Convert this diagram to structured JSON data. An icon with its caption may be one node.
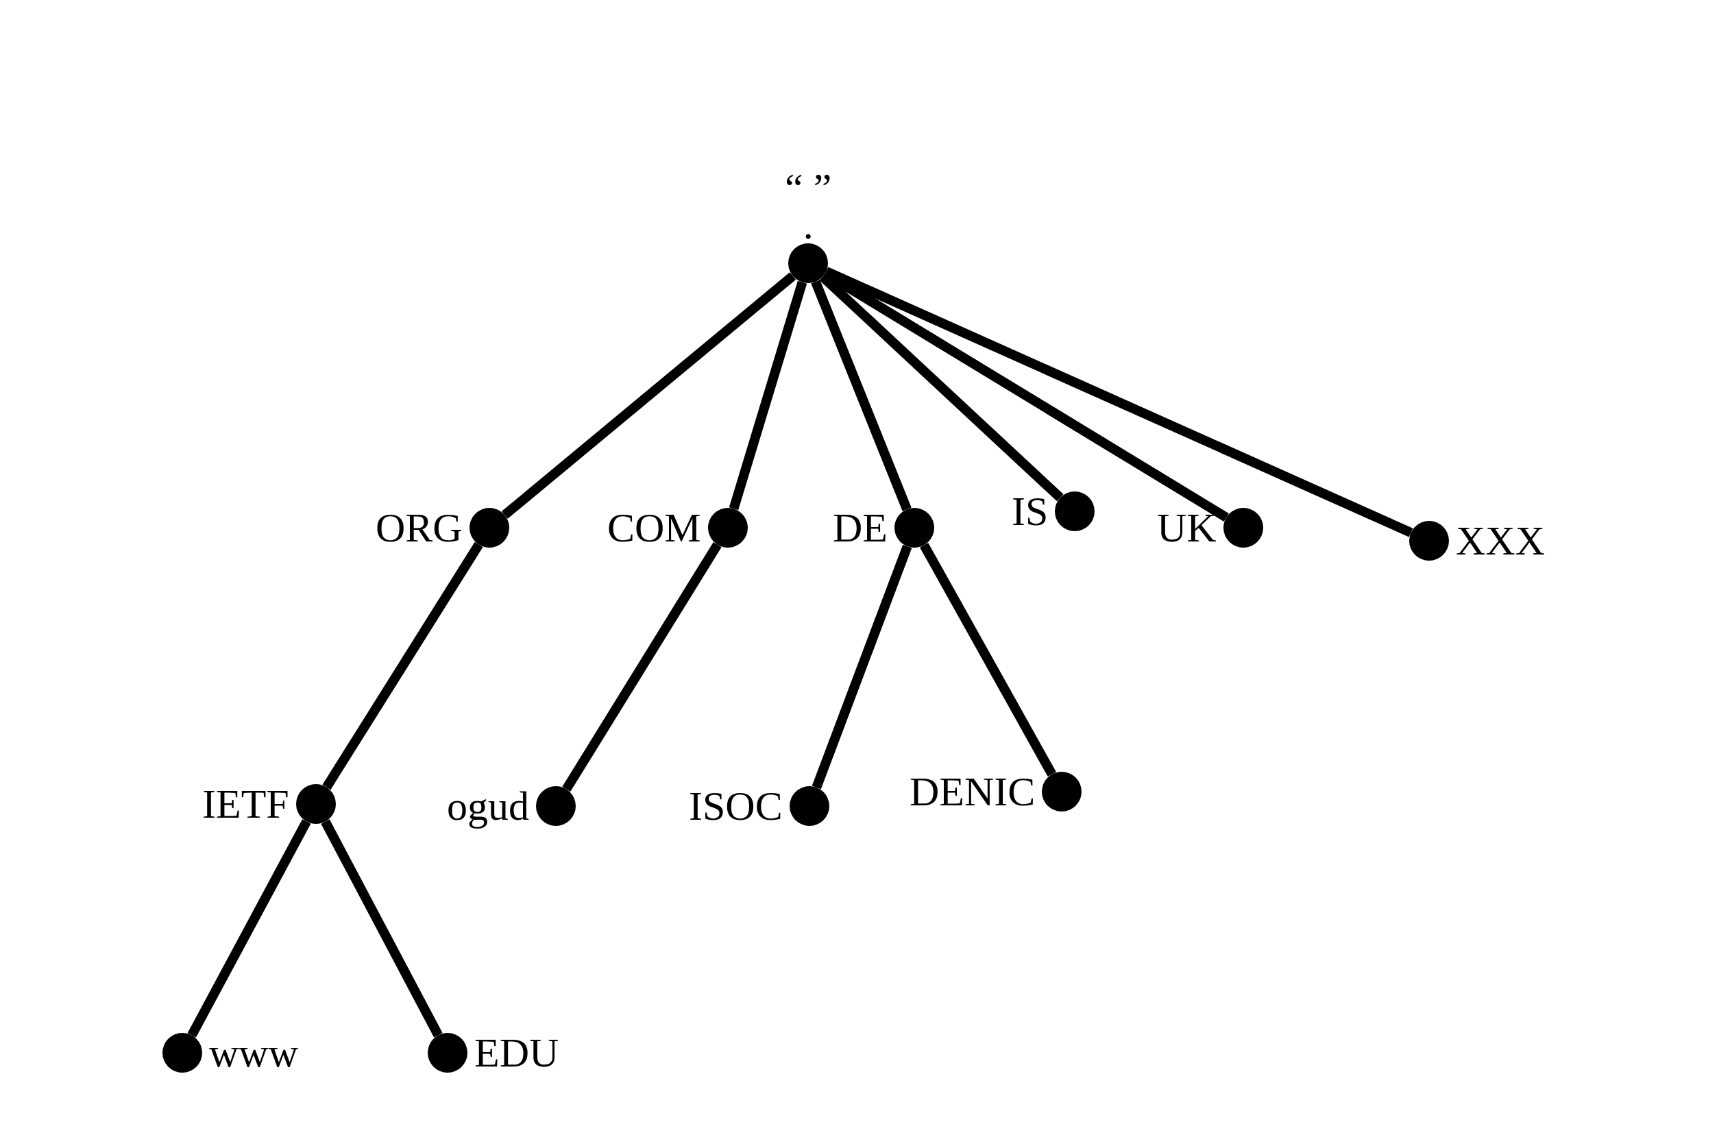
{
  "diagram": {
    "nodes": [
      {
        "text": [
          "“ ”",
          "."
        ]
      },
      {
        "text": [
          "ORG"
        ]
      },
      {
        "text": [
          "COM"
        ]
      },
      {
        "text": [
          "DE"
        ]
      },
      {
        "text": [
          "IS"
        ]
      },
      {
        "text": [
          "UK"
        ]
      },
      {
        "text": [
          "XXX"
        ]
      },
      {
        "text": [
          "IETF"
        ]
      },
      {
        "text": [
          "ogud"
        ]
      },
      {
        "text": [
          "ISOC"
        ]
      },
      {
        "text": [
          "DENIC"
        ]
      },
      {
        "text": [
          "www"
        ]
      },
      {
        "text": [
          "EDU"
        ]
      }
    ],
    "edges": [
      {
        "from": 0,
        "to": 1,
        "arrow": "none"
      },
      {
        "from": 0,
        "to": 2,
        "arrow": "none"
      },
      {
        "from": 0,
        "to": 3,
        "arrow": "none"
      },
      {
        "from": 0,
        "to": 4,
        "arrow": "none"
      },
      {
        "from": 0,
        "to": 5,
        "arrow": "none"
      },
      {
        "from": 0,
        "to": 6,
        "arrow": "none"
      },
      {
        "from": 1,
        "to": 7,
        "arrow": "none"
      },
      {
        "from": 2,
        "to": 8,
        "arrow": "none"
      },
      {
        "from": 3,
        "to": 9,
        "arrow": "none"
      },
      {
        "from": 3,
        "to": 10,
        "arrow": "none"
      },
      {
        "from": 7,
        "to": 11,
        "arrow": "none"
      },
      {
        "from": 7,
        "to": 12,
        "arrow": "none"
      }
    ]
  }
}
